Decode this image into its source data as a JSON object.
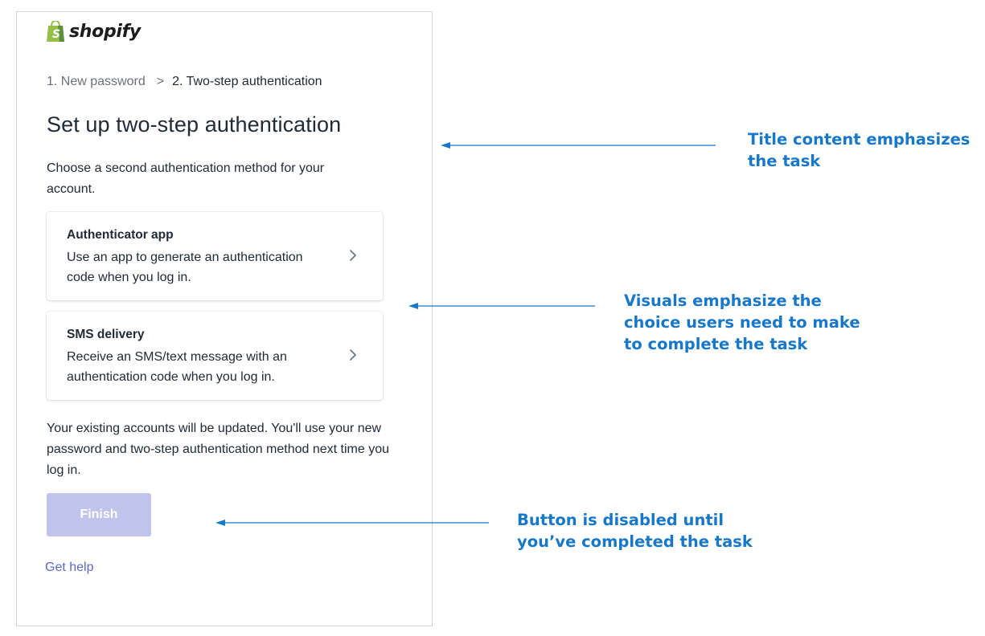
{
  "brand": {
    "name": "shopify",
    "icon": "shopping-bag-icon",
    "icon_color": "#95bf47"
  },
  "breadcrumb": {
    "step1": "1. New password",
    "separator": ">",
    "step2": "2. Two-step authentication"
  },
  "page": {
    "title": "Set up two-step authentication",
    "intro": "Choose a second authentication method for your account."
  },
  "methods": [
    {
      "title": "Authenticator app",
      "description": "Use an app to generate an authentication code when you log in.",
      "icon": "chevron-right-icon"
    },
    {
      "title": "SMS delivery",
      "description": "Receive an SMS/text message with an authentication code when you log in.",
      "icon": "chevron-right-icon"
    }
  ],
  "footnote": "Your existing accounts will be updated. You'll use your new password and two-step authentication method next time you log in.",
  "finish_button": {
    "label": "Finish",
    "state": "disabled"
  },
  "help_link": "Get help",
  "annotations": [
    {
      "text": "Title content emphasizes\nthe task"
    },
    {
      "text": "Visuals emphasize the\nchoice users need to make\nto complete the task"
    },
    {
      "text": "Button is disabled until\nyou’ve completed the task"
    }
  ],
  "colors": {
    "annotation": "#1777c9",
    "link": "#5c6ac4",
    "button_disabled": "#c0c3ec",
    "text": "#212b36",
    "muted_text": "#6b7177"
  }
}
